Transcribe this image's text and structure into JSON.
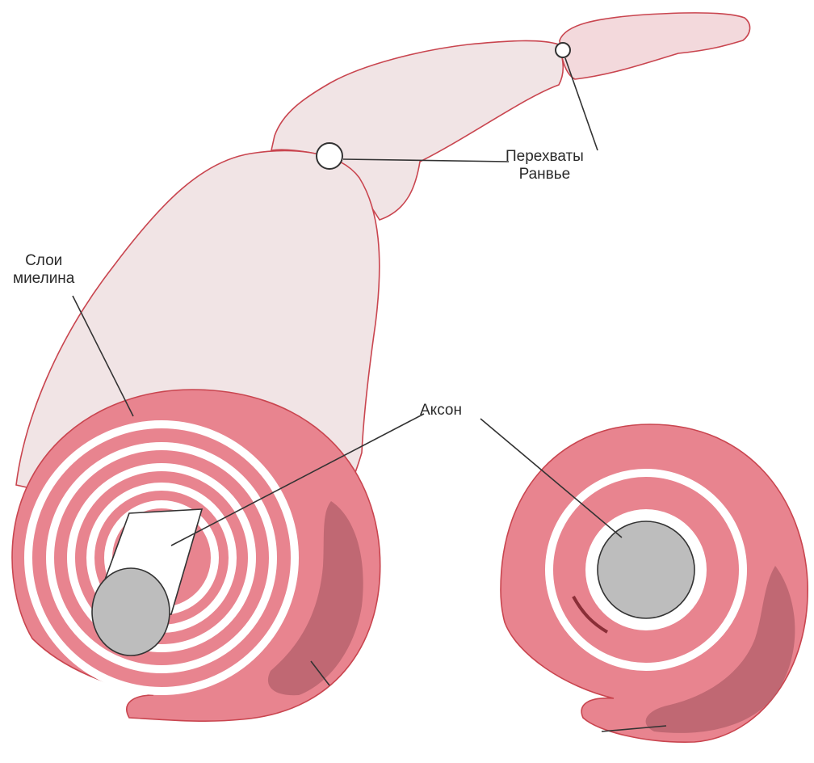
{
  "labels": {
    "ranvier_line1": "Перехваты",
    "ranvier_line2": "Ранвье",
    "myelin_line1": "Слои",
    "myelin_line2": "миелина",
    "axon": "Аксон"
  },
  "colors": {
    "myelin_fill": "#e8848f",
    "myelin_outline": "#c9454f",
    "sheath_fill": "#f3d9dc",
    "sheath_light": "#f1e4e5",
    "axon_fill": "#bdbdbd",
    "nucleus_fill": "#b5626c",
    "leader_line": "#333333",
    "background": "#ffffff"
  }
}
